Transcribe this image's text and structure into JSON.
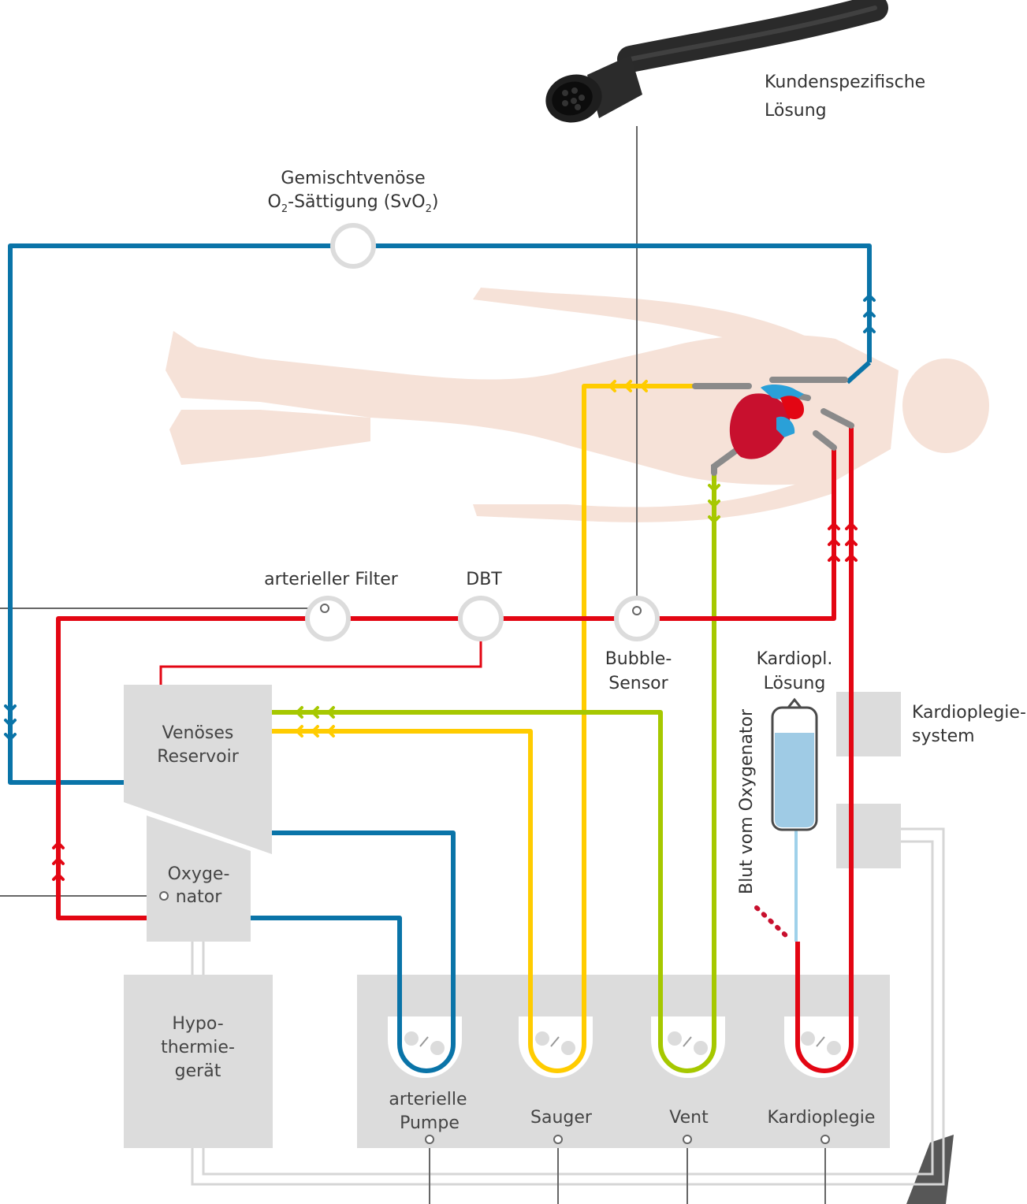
{
  "labels": {
    "custom_solution_1": "Kundenspezifische",
    "custom_solution_2": "Lösung",
    "svo2_line1": "Gemischtvenöse",
    "svo2_o": "O",
    "svo2_sub": "2",
    "svo2_mid": "-Sättigung (SvO",
    "svo2_sub2": "2",
    "svo2_end": ")",
    "arterial_filter": "arterieller Filter",
    "dbt": "DBT",
    "bubble_sensor_1": "Bubble-",
    "bubble_sensor_2": "Sensor",
    "cardiopl_solution_1": "Kardiopl.",
    "cardiopl_solution_2": "Lösung",
    "cardioplegia_system_1": "Kardioplegie-",
    "cardioplegia_system_2": "system",
    "blood_from_oxygenator": "Blut vom Oxygenator",
    "venous_reservoir_1": "Venöses",
    "venous_reservoir_2": "Reservoir",
    "oxygenator_1": "Oxyge-",
    "oxygenator_2": "nator",
    "hypothermia_1": "Hypo-",
    "hypothermia_2": "thermie-",
    "hypothermia_3": "gerät",
    "pump_arterial_1": "arterielle",
    "pump_arterial_2": "Pumpe",
    "pump_suction": "Sauger",
    "pump_vent": "Vent",
    "pump_cardioplegia": "Kardioplegie"
  },
  "colors": {
    "blue": "#0a74a8",
    "red": "#e30613",
    "yellow": "#ffcc00",
    "green": "#a6c800",
    "box": "#dcdcdc",
    "body": "#f6e2d8",
    "sensor_line": "#666666",
    "heart_red": "#c8102e",
    "heart_blue": "#2aa0d8"
  },
  "icons": {
    "connector": "cable-connector-icon",
    "heart": "heart-icon"
  }
}
